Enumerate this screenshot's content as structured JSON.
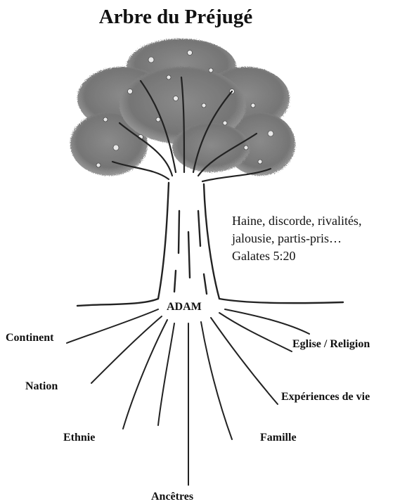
{
  "title": "Arbre du Préjugé",
  "quote": {
    "line1": "Haine, discorde, rivalités,",
    "line2": "jalousie, partis-pris…",
    "reference": "Galates 5:20"
  },
  "root_labels": {
    "center": "ADAM",
    "continent": "Continent",
    "nation": "Nation",
    "ethnie": "Ethnie",
    "ancetres": "Ancêtres",
    "famille": "Famille",
    "experiences": "Expériences  de vie",
    "eglise": "Eglise / Religion"
  },
  "colors": {
    "ink": "#1a1a1a",
    "foliage_dark": "#6f6f6f",
    "foliage_light": "#b3b3b3"
  }
}
